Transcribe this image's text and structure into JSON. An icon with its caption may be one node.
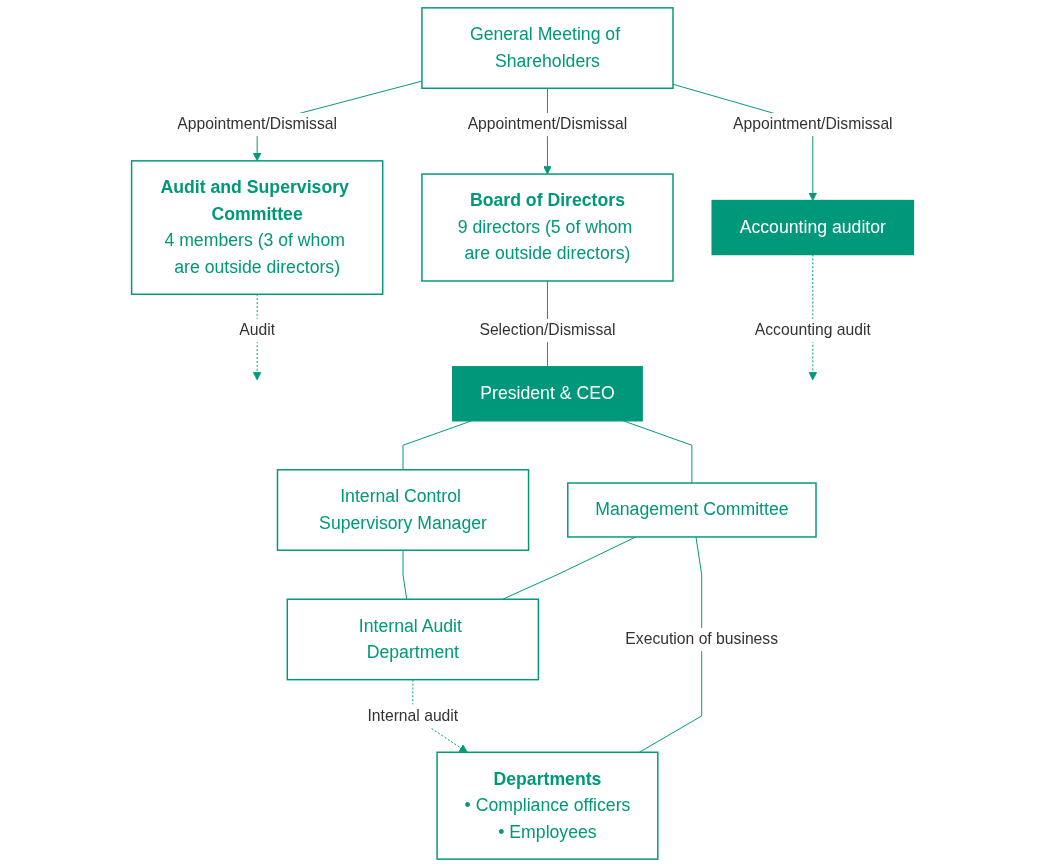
{
  "diagram": {
    "nodes": [
      {
        "text": [
          "General Meeting of Shareholders"
        ]
      },
      {
        "text": [
          "Audit and Supervisory Committee",
          "4 members (3 of whom are outside directors)"
        ]
      },
      {
        "text": [
          "Board of Directors",
          "9 directors (5 of whom are outside directors)"
        ]
      },
      {
        "text": [
          "Accounting auditor"
        ]
      },
      {
        "text": [
          "President & CEO"
        ]
      },
      {
        "text": [
          "Internal Control Supervisory Manager"
        ]
      },
      {
        "text": [
          "Management Committee"
        ]
      },
      {
        "text": [
          "Internal Audit Department"
        ]
      },
      {
        "text": [
          "Departments",
          "• Compliance officers",
          "• Employees"
        ]
      }
    ],
    "edges": [
      {
        "from": 0,
        "to": 1,
        "arrow": "to",
        "label": "Appointment/Dismissal"
      },
      {
        "from": 0,
        "to": 2,
        "arrow": "to",
        "label": "Appointment/Dismissal"
      },
      {
        "from": 0,
        "to": 3,
        "arrow": "to",
        "label": "Appointment/Dismissal"
      },
      {
        "from": 1,
        "to": null,
        "arrow": "to",
        "label": "Audit",
        "style": "dashed"
      },
      {
        "from": 3,
        "to": null,
        "arrow": "to",
        "label": "Accounting audit",
        "style": "dashed"
      },
      {
        "from": 2,
        "to": 4,
        "arrow": "none",
        "label": "Selection/Dismissal"
      },
      {
        "from": 4,
        "to": 5,
        "arrow": "none"
      },
      {
        "from": 4,
        "to": 6,
        "arrow": "none"
      },
      {
        "from": 5,
        "to": 7,
        "arrow": "none"
      },
      {
        "from": 6,
        "to": 7,
        "arrow": "none"
      },
      {
        "from": 6,
        "to": 8,
        "arrow": "none",
        "label": "Execution of business"
      },
      {
        "from": 7,
        "to": 8,
        "arrow": "to",
        "label": "Internal audit",
        "style": "dashed"
      }
    ]
  }
}
